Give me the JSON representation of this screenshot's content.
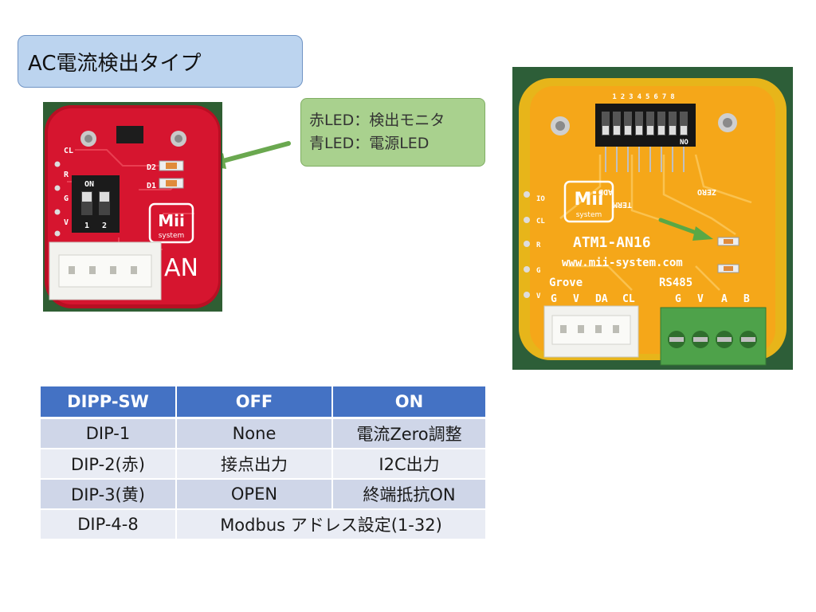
{
  "slide": {
    "title": "AC電流検出タイプ",
    "callout": {
      "line1": "赤LED：検出モニタ",
      "line2": "青LED：電源LED"
    }
  },
  "left_photo": {
    "labels": {
      "d2": "D2",
      "d1": "D1",
      "on": "ON",
      "dip_nums": [
        "1",
        "2"
      ],
      "side_pins": [
        "CL",
        "R",
        "G",
        "V"
      ],
      "mii": "Mii",
      "system": "system",
      "an": "AN"
    }
  },
  "right_photo": {
    "labels": {
      "no": "NO",
      "dip_nums": "12345678",
      "mii": "Mii",
      "system": "system",
      "model": "ATM1-AN16",
      "url": "www.mii-system.com",
      "grove": "Grove",
      "grove_pins": [
        "G",
        "V",
        "DA",
        "CL"
      ],
      "rs485": "RS485",
      "rs485_pins": [
        "G",
        "V",
        "A",
        "B"
      ],
      "term": "TERM",
      "add": "ADD",
      "zero": "ZERO",
      "side_pins": [
        "IO",
        "CL",
        "R",
        "G",
        "V"
      ]
    }
  },
  "table": {
    "headers": [
      "DIPP-SW",
      "OFF",
      "ON"
    ],
    "rows": [
      [
        "DIP-1",
        "None",
        "電流Zero調整"
      ],
      [
        "DIP-2(赤)",
        "接点出力",
        "I2C出力"
      ],
      [
        "DIP-3(黄)",
        "OPEN",
        "終端抵抗ON"
      ]
    ],
    "last_row": {
      "label": "DIP-4-8",
      "value": "Modbus アドレス設定(1-32)"
    }
  },
  "colors": {
    "title_fill": "#bcd4ef",
    "callout_fill": "#a9d18e",
    "arrow": "#6aa84f",
    "table_header": "#4472c4",
    "table_row_odd": "#cfd6e8",
    "table_row_even": "#e9ecf4",
    "red_pcb": "#d6152f",
    "yellow_pcb": "#f5a719"
  }
}
